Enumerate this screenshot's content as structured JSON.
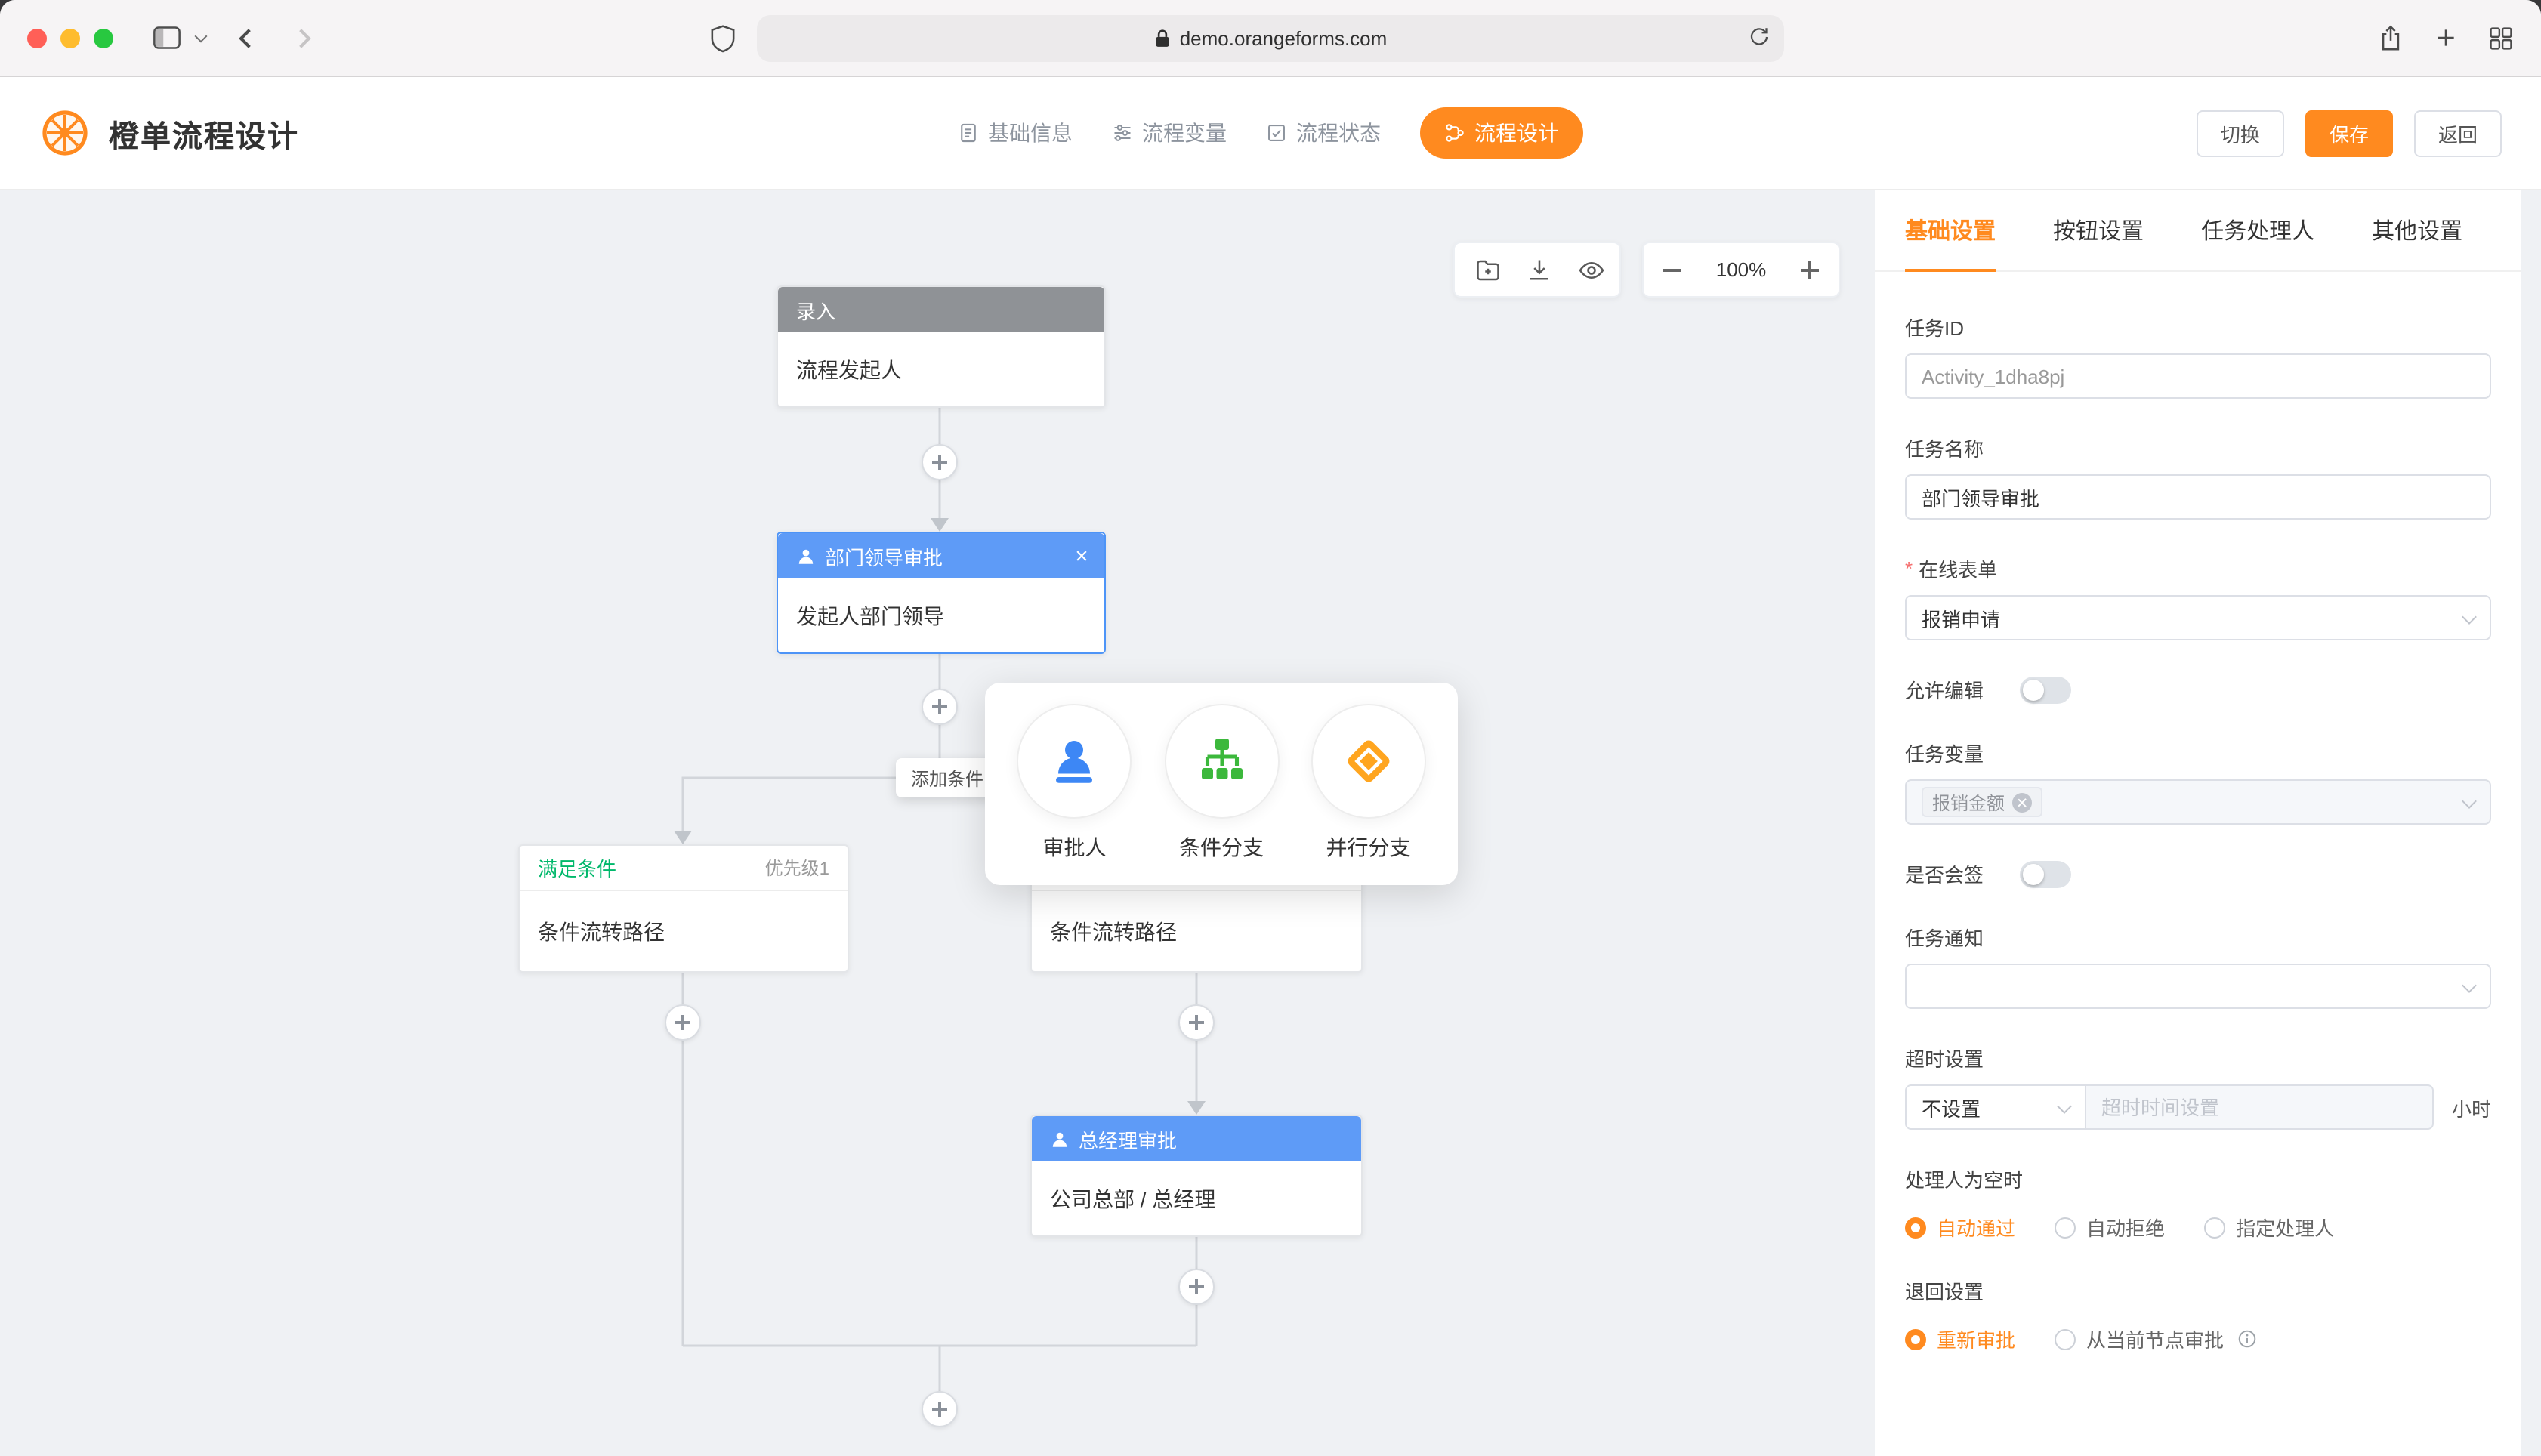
{
  "colors": {
    "accent": "#ff8a1f",
    "node_blue": "#5e9bf7",
    "condition_green": "#00b86b",
    "icon_blue": "#3d87f5",
    "icon_green": "#3cb83c",
    "icon_orange": "#ffa51f"
  },
  "browser": {
    "url": "demo.orangeforms.com"
  },
  "header": {
    "title": "橙单流程设计",
    "nav": [
      {
        "label": "基础信息"
      },
      {
        "label": "流程变量"
      },
      {
        "label": "流程状态"
      },
      {
        "label": "流程设计"
      }
    ],
    "switch_label": "切换",
    "save_label": "保存",
    "back_label": "返回"
  },
  "canvas": {
    "zoom_level": "100%",
    "start_node": {
      "header": "录入",
      "body": "流程发起人"
    },
    "dept_node": {
      "header": "部门领导审批",
      "body": "发起人部门领导"
    },
    "left_cond_node": {
      "condition": "满足条件",
      "priority": "优先级1",
      "body": "条件流转路径"
    },
    "right_cond_node": {
      "body": "条件流转路径"
    },
    "gm_node": {
      "header": "总经理审批",
      "body": "公司总部 / 总经理"
    },
    "add_condition_tag": "添加条件",
    "popup_items": [
      {
        "label": "审批人"
      },
      {
        "label": "条件分支"
      },
      {
        "label": "并行分支"
      }
    ]
  },
  "panel": {
    "tabs": [
      {
        "label": "基础设置"
      },
      {
        "label": "按钮设置"
      },
      {
        "label": "任务处理人"
      },
      {
        "label": "其他设置"
      }
    ],
    "task_id": {
      "label": "任务ID",
      "value": "Activity_1dha8pj"
    },
    "task_name": {
      "label": "任务名称",
      "value": "部门领导审批"
    },
    "online_form": {
      "label": "在线表单",
      "required_mark": "*",
      "value": "报销申请"
    },
    "allow_edit": {
      "label": "允许编辑"
    },
    "task_var": {
      "label": "任务变量",
      "tag": "报销金额"
    },
    "countersign": {
      "label": "是否会签"
    },
    "task_notice": {
      "label": "任务通知"
    },
    "timeout": {
      "label": "超时设置",
      "select_value": "不设置",
      "placeholder": "超时时间设置",
      "unit": "小时"
    },
    "empty_handler": {
      "label": "处理人为空时",
      "options": [
        {
          "label": "自动通过"
        },
        {
          "label": "自动拒绝"
        },
        {
          "label": "指定处理人"
        }
      ]
    },
    "reject_setting": {
      "label": "退回设置",
      "options": [
        {
          "label": "重新审批"
        },
        {
          "label": "从当前节点审批"
        }
      ]
    }
  }
}
